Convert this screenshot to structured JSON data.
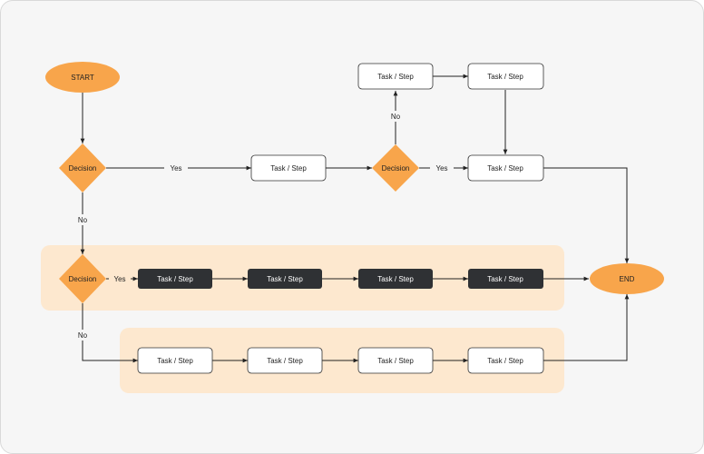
{
  "diagram": {
    "start_label": "START",
    "end_label": "END",
    "decision_label": "Decision",
    "task_label": "Task / Step",
    "yes_label": "Yes",
    "no_label": "No"
  },
  "colors": {
    "accent": "#f8a54b",
    "band": "#fde8cf",
    "dark_task": "#2f3134",
    "line": "#222222",
    "background": "#f6f6f6"
  }
}
